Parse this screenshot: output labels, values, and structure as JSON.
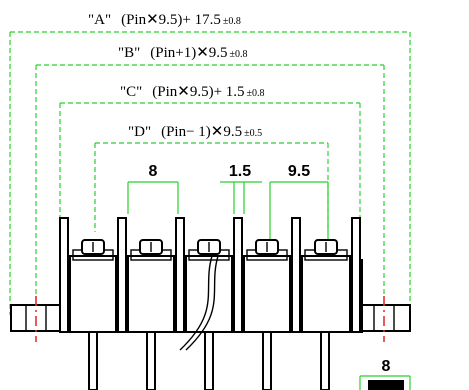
{
  "dimensions": {
    "A": {
      "name": "\"A\"",
      "formula": "(Pin✕9.5)+ 17.5",
      "tolerance": "±0.8"
    },
    "B": {
      "name": "\"B\"",
      "formula": "(Pin+1)✕9.5",
      "tolerance": "±0.8"
    },
    "C": {
      "name": "\"C\"",
      "formula": "(Pin✕9.5)+ 1.5",
      "tolerance": "±0.8"
    },
    "D": {
      "name": "\"D\"",
      "formula": "(Pin− 1)✕9.5",
      "tolerance": "±0.5"
    }
  },
  "callouts": {
    "barrier_width": "8",
    "barrier_thickness": "1.5",
    "pitch": "9.5",
    "corner_width": "8"
  },
  "colors": {
    "dimension_line": "#2ad12a",
    "centerline": "#e23030",
    "outline": "#000000"
  }
}
